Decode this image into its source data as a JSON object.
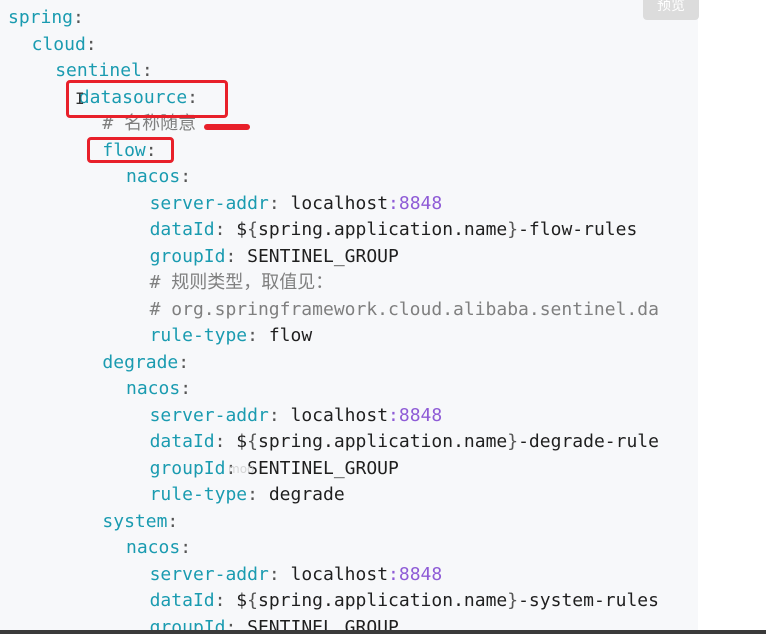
{
  "preview_button": "预览",
  "watermark": "moo",
  "code_lines": [
    {
      "indent": 0,
      "key": "spring",
      "sep": ":",
      "rest": []
    },
    {
      "indent": 2,
      "key": "cloud",
      "sep": ":",
      "rest": []
    },
    {
      "indent": 4,
      "key": "sentinel",
      "sep": ":",
      "rest": []
    },
    {
      "indent": 6,
      "key": "datasource",
      "sep": ":",
      "rest": []
    },
    {
      "indent": 8,
      "comment": "# 名称随意"
    },
    {
      "indent": 8,
      "key": "flow",
      "sep": ":",
      "rest": []
    },
    {
      "indent": 10,
      "key": "nacos",
      "sep": ":",
      "rest": []
    },
    {
      "indent": 12,
      "key": "server-addr",
      "sep": ":",
      "rest": [
        {
          "t": "v",
          "s": " localhost"
        },
        {
          "t": "n",
          "s": ":8848"
        }
      ]
    },
    {
      "indent": 12,
      "key": "dataId",
      "sep": ":",
      "rest": [
        {
          "t": "v",
          "s": " $"
        },
        {
          "t": "p",
          "s": "{"
        },
        {
          "t": "v",
          "s": "spring.application.name"
        },
        {
          "t": "p",
          "s": "}"
        },
        {
          "t": "v",
          "s": "-flow-rules"
        }
      ]
    },
    {
      "indent": 12,
      "key": "groupId",
      "sep": ":",
      "rest": [
        {
          "t": "v",
          "s": " SENTINEL_GROUP"
        }
      ]
    },
    {
      "indent": 12,
      "comment": "# 规则类型，取值见："
    },
    {
      "indent": 12,
      "comment": "# org.springframework.cloud.alibaba.sentinel.da"
    },
    {
      "indent": 12,
      "key": "rule-type",
      "sep": ":",
      "rest": [
        {
          "t": "v",
          "s": " flow"
        }
      ]
    },
    {
      "indent": 8,
      "key": "degrade",
      "sep": ":",
      "rest": []
    },
    {
      "indent": 10,
      "key": "nacos",
      "sep": ":",
      "rest": []
    },
    {
      "indent": 12,
      "key": "server-addr",
      "sep": ":",
      "rest": [
        {
          "t": "v",
          "s": " localhost"
        },
        {
          "t": "n",
          "s": ":8848"
        }
      ]
    },
    {
      "indent": 12,
      "key": "dataId",
      "sep": ":",
      "rest": [
        {
          "t": "v",
          "s": " $"
        },
        {
          "t": "p",
          "s": "{"
        },
        {
          "t": "v",
          "s": "spring.application.name"
        },
        {
          "t": "p",
          "s": "}"
        },
        {
          "t": "v",
          "s": "-degrade-rule"
        }
      ]
    },
    {
      "indent": 12,
      "key": "groupId",
      "sep": ":",
      "rest": [
        {
          "t": "v",
          "s": " SENTINEL_GROUP"
        }
      ]
    },
    {
      "indent": 12,
      "key": "rule-type",
      "sep": ":",
      "rest": [
        {
          "t": "v",
          "s": " degrade"
        }
      ]
    },
    {
      "indent": 8,
      "key": "system",
      "sep": ":",
      "rest": []
    },
    {
      "indent": 10,
      "key": "nacos",
      "sep": ":",
      "rest": []
    },
    {
      "indent": 12,
      "key": "server-addr",
      "sep": ":",
      "rest": [
        {
          "t": "v",
          "s": " localhost"
        },
        {
          "t": "n",
          "s": ":8848"
        }
      ]
    },
    {
      "indent": 12,
      "key": "dataId",
      "sep": ":",
      "rest": [
        {
          "t": "v",
          "s": " $"
        },
        {
          "t": "p",
          "s": "{"
        },
        {
          "t": "v",
          "s": "spring.application.name"
        },
        {
          "t": "p",
          "s": "}"
        },
        {
          "t": "v",
          "s": "-system-rules"
        }
      ]
    },
    {
      "indent": 12,
      "key": "groupId",
      "sep": ":",
      "rest": [
        {
          "t": "v",
          "s": " SENTINEL_GROUP"
        }
      ]
    }
  ],
  "colors": {
    "key": "#1a9bb0",
    "number": "#8e5bd6",
    "comment": "#7f7f7f",
    "highlight": "#e8202a"
  }
}
